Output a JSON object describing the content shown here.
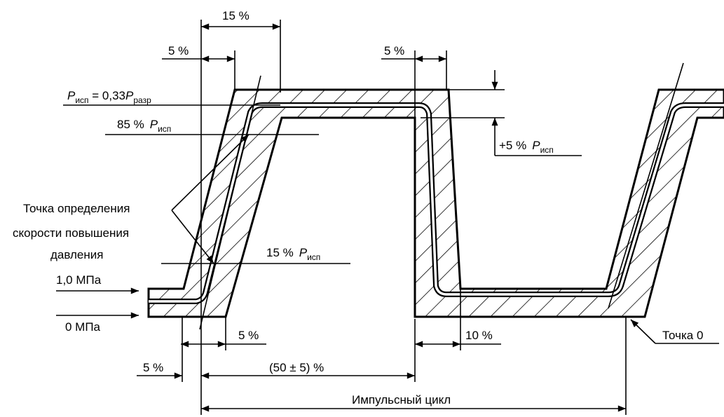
{
  "figure": {
    "labels": {
      "dim_top_15": "15 %",
      "dim_left_5": "5 %",
      "dim_mid_5": "5 %",
      "p_test_main": "P",
      "p_test_sub": "исп",
      "p_test_eq": " = 0,33",
      "p_razr_main": "P",
      "p_razr_sub": "разр",
      "pct85": "85 %",
      "p85_main": "P",
      "p85_sub": "исп",
      "plus5": "+5 %",
      "plus5_p_main": "P",
      "plus5_p_sub": "исп",
      "rate_point_line1": "Точка определения",
      "rate_point_line2": "скорости повышения",
      "rate_point_line3": "давления",
      "pct15": "15 %",
      "p15_main": "P",
      "p15_sub": "исп",
      "mpa_1": "1,0 МПа",
      "mpa_0": "0 МПа",
      "dim_5_rise": "5 %",
      "dim_10": "10 %",
      "point_0": "Точка 0",
      "dim_5_bottom": "5 %",
      "dim_50": "(50 ± 5) %",
      "cycle": "Импульсный цикл"
    }
  }
}
